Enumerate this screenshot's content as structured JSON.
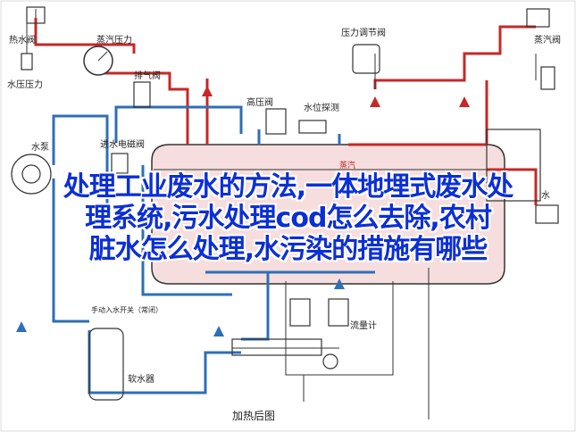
{
  "labels": {
    "top_left_valve": "热水阀",
    "steam_pressure": "蒸汽压力",
    "water_pressure": "水压压力",
    "exhaust_valve": "排气阀",
    "pressure_regulating_valve": "压力调节阀",
    "steam_valve": "蒸汽阀",
    "high_pressure_valve": "高压阀",
    "water_level_probe": "水位探测",
    "pump": "水泵",
    "inlet_solenoid_valve": "进水电磁阀",
    "manual_inlet_switch": "手动入水开关（常闭）",
    "flowmeter": "流量计",
    "softener": "软水器",
    "caption": "加热后图",
    "steam_tag": "蒸汽",
    "right_tag": "水"
  },
  "title_lines": [
    "处理工业废水的方法,一体地埋式废水处",
    "理系统,污水处理cod怎么去除,农村",
    "脏水怎么处理,水污染的措施有哪些"
  ]
}
